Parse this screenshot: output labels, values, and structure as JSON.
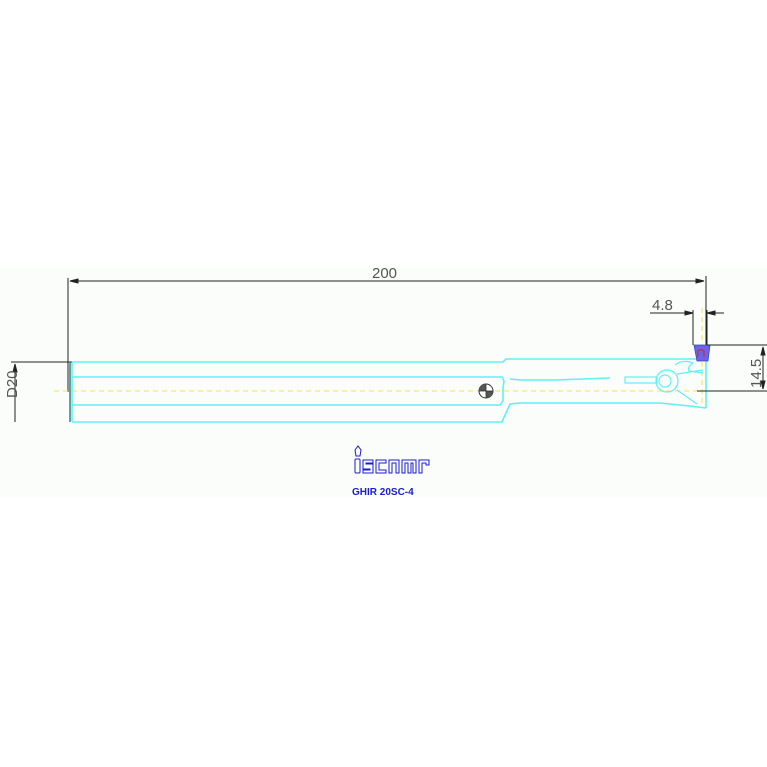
{
  "drawing": {
    "background_band": "#fbfdfa",
    "colors": {
      "outline": "#5ff0f4",
      "centerline": "#f2e640",
      "dimension": "#222222",
      "insert": "#6a64e8",
      "insert_detail": "#d0203a",
      "brand": "#1a1ad0"
    },
    "dimensions": {
      "overall_length": "200",
      "insert_width": "4.8",
      "head_height": "14.5",
      "shank_diameter": "D20"
    },
    "brand": {
      "logo": "iscar",
      "part_number": "GHIR 20SC-4"
    },
    "icons": {
      "center_mark": "center-of-gravity-icon"
    }
  }
}
